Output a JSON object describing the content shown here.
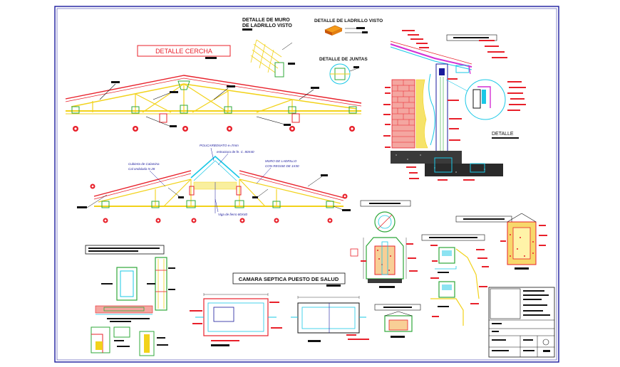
{
  "titles": {
    "cercha": "DETALLE CERCHA",
    "muro_ladrillo": [
      "DETALLE DE MURO",
      "DE LADRILLO VISTO"
    ],
    "ladrillo_visto": "DETALLE DE LADRILLO VISTO",
    "juntas": "DETALLE DE JUNTAS",
    "detalle": "DETALLE",
    "camara": "CAMARA SEPTICA PUESTO DE SALUD"
  },
  "annotations": {
    "policarbonato": "POLICARBONATO e=7mm",
    "estructura": "estructura de fe. C. 80X40",
    "cubierta": [
      "Cubierta de Calamina",
      "Cal ondulada N 28"
    ],
    "muro_ladrillo": [
      "MURO DE LADRILLO",
      "CON REGISE DE 1X30"
    ],
    "viga": "Viga de fierro 80X40"
  },
  "colors": {
    "frame": "#1a1a9c",
    "red": "#e8202a",
    "yellow": "#f2d21a",
    "cyan": "#19c8e6",
    "magenta": "#d42fd4",
    "green": "#2fa83a",
    "black": "#111111"
  }
}
